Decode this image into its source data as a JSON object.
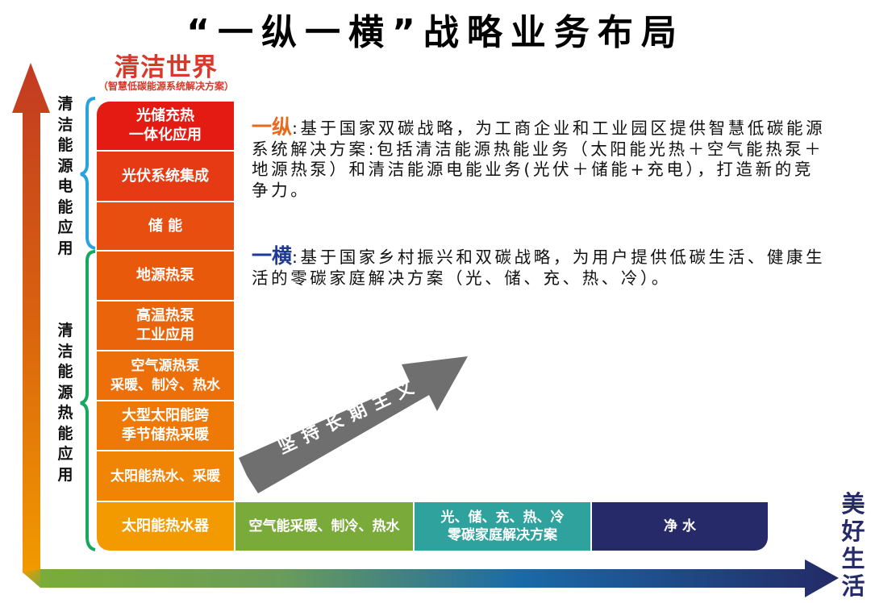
{
  "title": "“一纵一横”战略业务布局",
  "brand": {
    "name": "清洁世界",
    "subtitle": "（智慧低碳能源系统解决方案）"
  },
  "axes": {
    "vertical_labels": [
      {
        "text": "清洁能源电能应用",
        "bracket_color": "#29a3e0"
      },
      {
        "text": "清洁能源热能应用",
        "bracket_color": "#17a85f"
      }
    ],
    "horizontal_end_label": "美好生活",
    "diagonal_arrow_label": "坚持长期主义"
  },
  "vertical_blocks": [
    {
      "label": "光储充热\n一体化应用",
      "color": "#e31b13"
    },
    {
      "label": "光伏系统集成",
      "color": "#e63a15"
    },
    {
      "label": "储  能",
      "color": "#e84e10"
    },
    {
      "label": "地源热泵",
      "color": "#e9590c"
    },
    {
      "label": "高温热泵\n工业应用",
      "color": "#ea640b"
    },
    {
      "label": "空气源热泵\n采暖、制冷、热水",
      "color": "#ec6f09"
    },
    {
      "label": "大型太阳能跨\n季节储热采暖",
      "color": "#ee7907"
    },
    {
      "label": "太阳能热水、采暖",
      "color": "#f08405"
    },
    {
      "label": "太阳能热水器",
      "color": "#f39a00"
    }
  ],
  "horizontal_blocks": [
    {
      "label": "空气能采暖、制冷、热水",
      "color": "#7aab3a"
    },
    {
      "label": "光、储、充、热、冷\n零碳家庭解决方案",
      "color": "#2fa29d"
    },
    {
      "label": "净 水",
      "color": "#262a68"
    }
  ],
  "descriptions": [
    {
      "keyword": "一纵",
      "separator": ":",
      "keyword_color": "#ea6a1d",
      "text": "基于国家双碳战略，为工商企业和工业园区提供智慧低碳能源系统解决方案:包括清洁能源热能业务（太阳能光热＋空气能热泵＋地源热泵）和清洁能源电能业务(光伏＋储能+充电），打造新的竞争力。"
    },
    {
      "keyword": "一横",
      "separator": ":",
      "keyword_color": "#1f3a93",
      "text": "基于国家乡村振兴和双碳战略，为用户提供低碳生活、健康生活的零碳家庭解决方案（光、储、充、热、冷）。"
    }
  ],
  "colors": {
    "vertical_arrow_top": "#c23a22",
    "vertical_arrow_bottom": "#f29a00",
    "horizontal_arrow_start": "#7aac3a",
    "horizontal_arrow_mid": "#1a6aa8",
    "horizontal_arrow_end": "#232a66",
    "diagonal_arrow": "#6f6f6f"
  }
}
